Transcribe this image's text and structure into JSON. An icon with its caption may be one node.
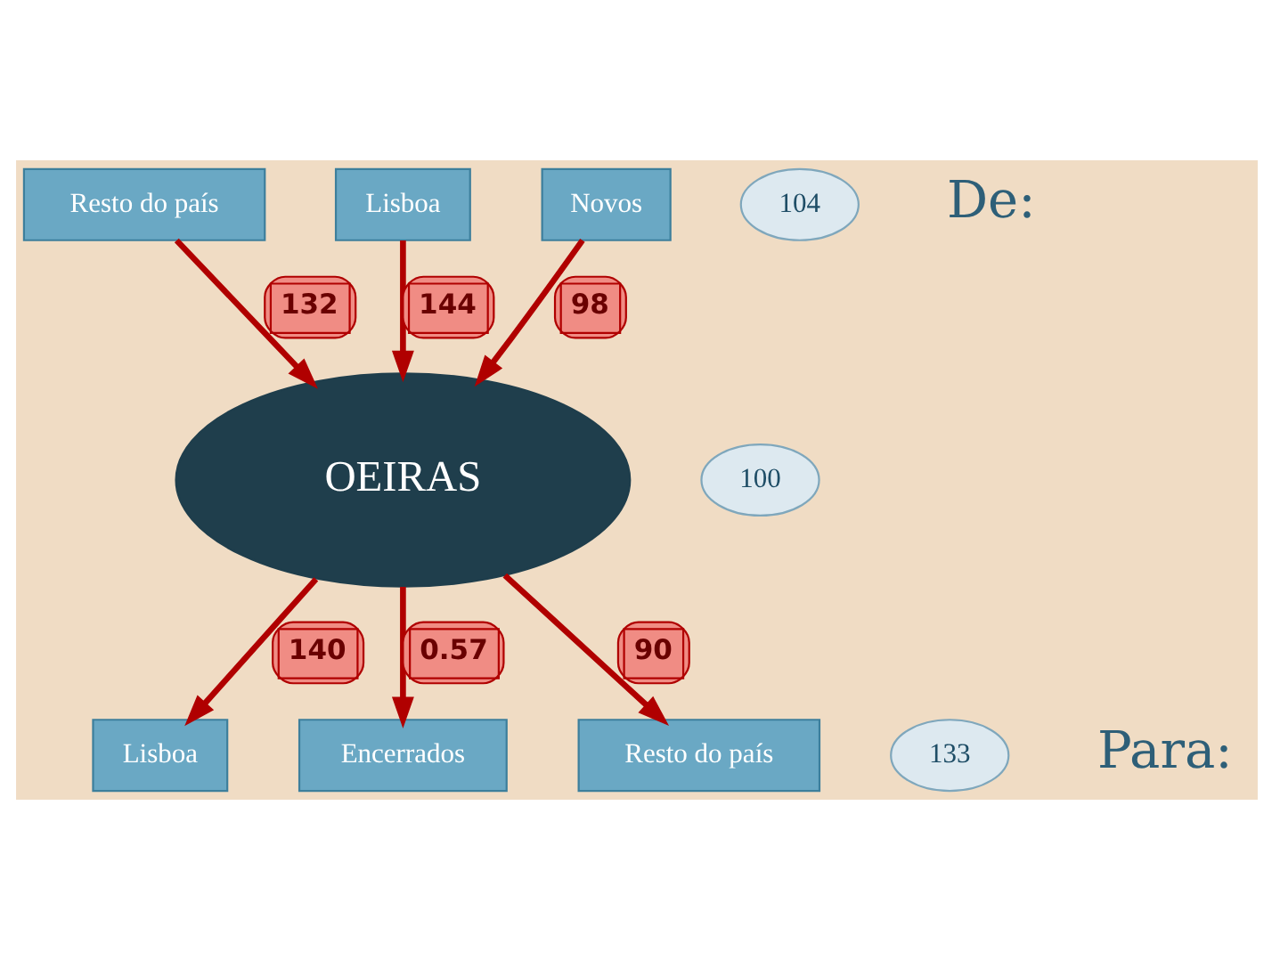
{
  "diagram": {
    "nodes": [
      {
        "text": [
          "Resto do país"
        ]
      },
      {
        "text": [
          "104"
        ]
      },
      {
        "text": [
          "Lisboa"
        ]
      },
      {
        "text": [
          "Novos"
        ]
      },
      {
        "text": [
          "OEIRAS"
        ]
      },
      {
        "text": [
          "100"
        ]
      },
      {
        "text": [
          "133"
        ]
      },
      {
        "text": [
          "Lisboa"
        ]
      },
      {
        "text": [
          "Encerrados"
        ]
      },
      {
        "text": [
          "Resto do país"
        ]
      }
    ],
    "edges": [
      {
        "from": 0,
        "to": 4,
        "arrow": "to",
        "label": "132"
      },
      {
        "from": 2,
        "to": 4,
        "arrow": "to",
        "label": "144"
      },
      {
        "from": 3,
        "to": 4,
        "arrow": "to",
        "label": "98"
      },
      {
        "from": 4,
        "to": 7,
        "arrow": "to",
        "label": "140"
      },
      {
        "from": 4,
        "to": 9,
        "arrow": "to",
        "label": "90"
      },
      {
        "from": 4,
        "to": 8,
        "arrow": "to",
        "label": "0.57"
      }
    ],
    "labels": [
      "De:",
      "Para:"
    ]
  }
}
